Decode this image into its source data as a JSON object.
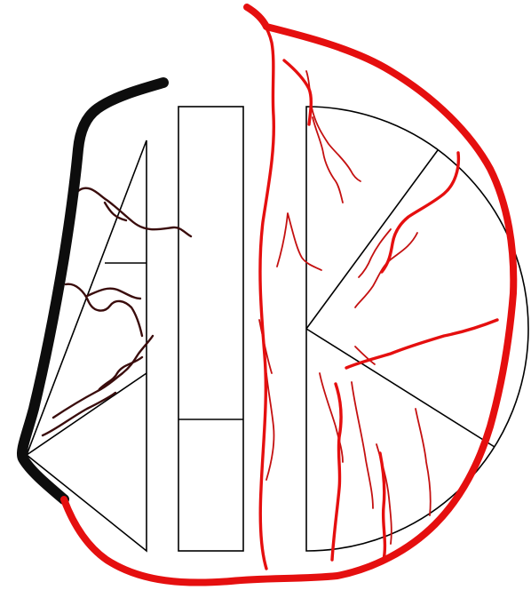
{
  "diagram": {
    "colors": {
      "background": "#ffffff",
      "outline": "#000000",
      "dark_vessel": "#0d0d0d",
      "dark_branch": "#3a0c0c",
      "red_vessel": "#e50f0f",
      "red_branch": "#c41010"
    },
    "parts": [
      "dark-vessel-arc",
      "left-triangle-segment",
      "middle-rectangle-segment",
      "right-semicircle-segment",
      "red-vessel-arc"
    ]
  }
}
